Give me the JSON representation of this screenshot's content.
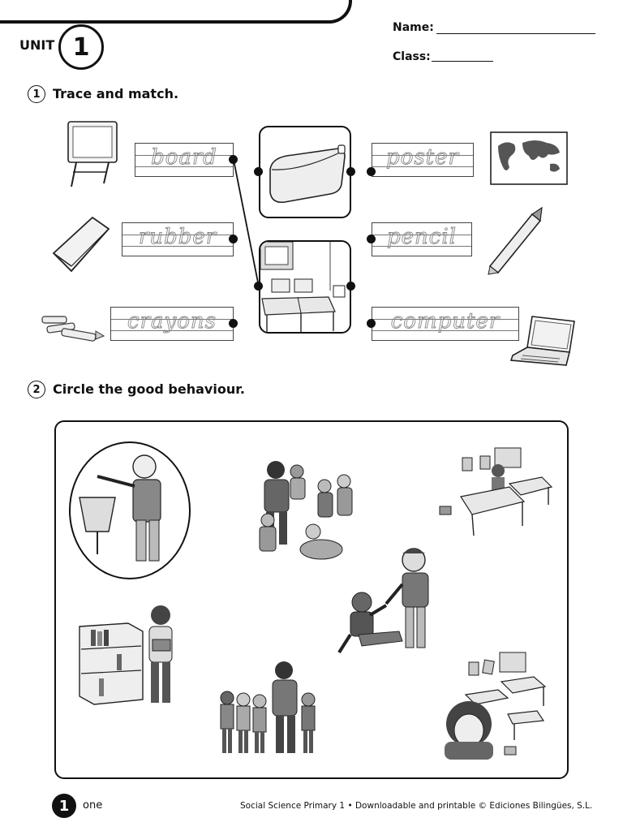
{
  "header": {
    "unit_label": "UNIT",
    "unit_number": "1",
    "name_label": "Name:",
    "class_label": "Class:"
  },
  "exercise1": {
    "number": "1",
    "title": "Trace and match.",
    "words": {
      "board": "board",
      "rubber": "rubber",
      "crayons": "crayons",
      "poster": "poster",
      "pencil": "pencil",
      "computer": "computer"
    }
  },
  "exercise2": {
    "number": "2",
    "title": "Circle the good behaviour."
  },
  "footer": {
    "page_number": "1",
    "page_word": "one",
    "credit": "Social Science Primary 1 • Downloadable and printable © Ediciones Bilingües, S.L."
  }
}
